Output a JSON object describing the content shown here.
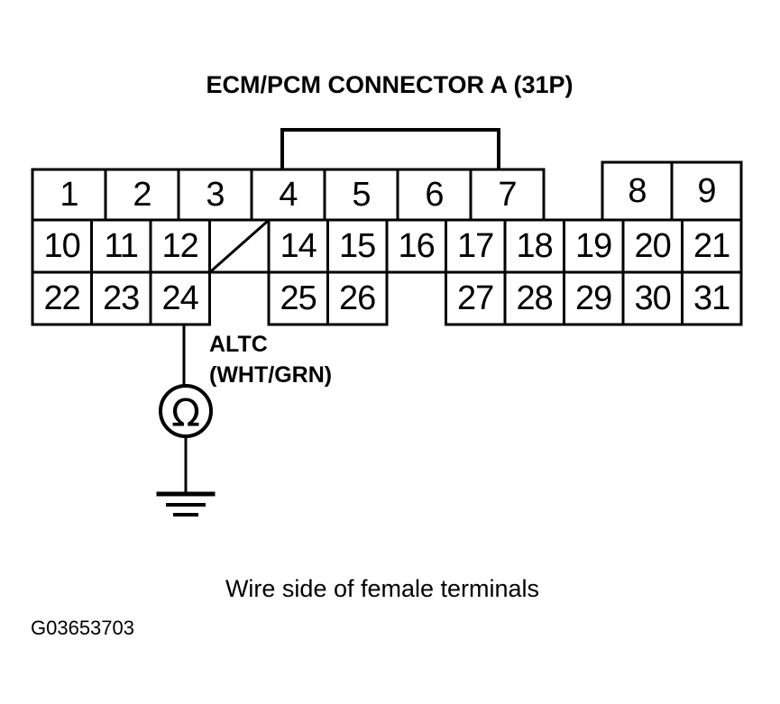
{
  "figure": {
    "title": "ECM/PCM CONNECTOR A (31P)",
    "caption": "Wire side of female terminals",
    "figure_id": "G03653703",
    "ink_color": "#000000",
    "background_color": "#ffffff"
  },
  "connector": {
    "name": "ECM/PCM CONNECTOR A",
    "pin_count": "31P",
    "view": "Wire side of female terminals",
    "rows": [
      {
        "row_index": 1,
        "cells": [
          {
            "pin": "1"
          },
          {
            "pin": "2"
          },
          {
            "pin": "3"
          },
          {
            "pin": "4"
          },
          {
            "pin": "5"
          },
          {
            "pin": "6"
          },
          {
            "pin": "7"
          },
          {
            "pin": "",
            "blank": true
          },
          {
            "pin": "",
            "blank": true
          },
          {
            "pin": "",
            "blank": true
          },
          {
            "pin": "8"
          },
          {
            "pin": "9"
          }
        ]
      },
      {
        "row_index": 2,
        "cells": [
          {
            "pin": "10"
          },
          {
            "pin": "11"
          },
          {
            "pin": "12"
          },
          {
            "pin": "",
            "slashed": true
          },
          {
            "pin": "14"
          },
          {
            "pin": "15"
          },
          {
            "pin": "16"
          },
          {
            "pin": "17"
          },
          {
            "pin": "18"
          },
          {
            "pin": "19"
          },
          {
            "pin": "20"
          },
          {
            "pin": "21"
          }
        ]
      },
      {
        "row_index": 3,
        "cells": [
          {
            "pin": "22"
          },
          {
            "pin": "23"
          },
          {
            "pin": "24"
          },
          {
            "pin": "",
            "blank": true
          },
          {
            "pin": "25"
          },
          {
            "pin": "26"
          },
          {
            "pin": "",
            "blank": true
          },
          {
            "pin": "27"
          },
          {
            "pin": "28"
          },
          {
            "pin": "29"
          },
          {
            "pin": "30"
          },
          {
            "pin": "31"
          }
        ]
      }
    ],
    "notch": {
      "label": "locking-tab",
      "spans_pins": [
        "4",
        "5",
        "6",
        "7"
      ]
    }
  },
  "measurement": {
    "probe_pin": "24",
    "wire_name": "ALTC",
    "wire_color": "(WHT/GRN)",
    "instrument": "ohmmeter",
    "instrument_symbol": "Ω",
    "reference": "ground"
  },
  "icons": {
    "ohmmeter": "ohmmeter-icon",
    "ground": "ground-icon",
    "blank_terminal": "blank-terminal-slash-icon",
    "connector_notch": "connector-notch-icon"
  }
}
